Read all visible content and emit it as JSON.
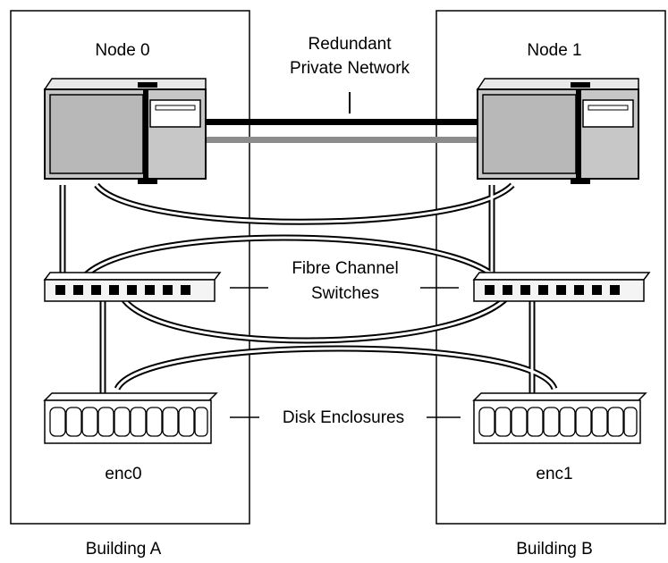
{
  "labels": {
    "node0": "Node 0",
    "node1": "Node 1",
    "network_line1": "Redundant",
    "network_line2": "Private Network",
    "switches_line1": "Fibre Channel",
    "switches_line2": "Switches",
    "disks": "Disk Enclosures",
    "enc0": "enc0",
    "enc1": "enc1",
    "building_a": "Building A",
    "building_b": "Building B"
  },
  "colors": {
    "node_fill": "#c7c7c7",
    "switch_fill": "#f4f4f4",
    "network_primary": "#000000",
    "network_secondary": "#8c8c8c",
    "cable": "#000000"
  }
}
